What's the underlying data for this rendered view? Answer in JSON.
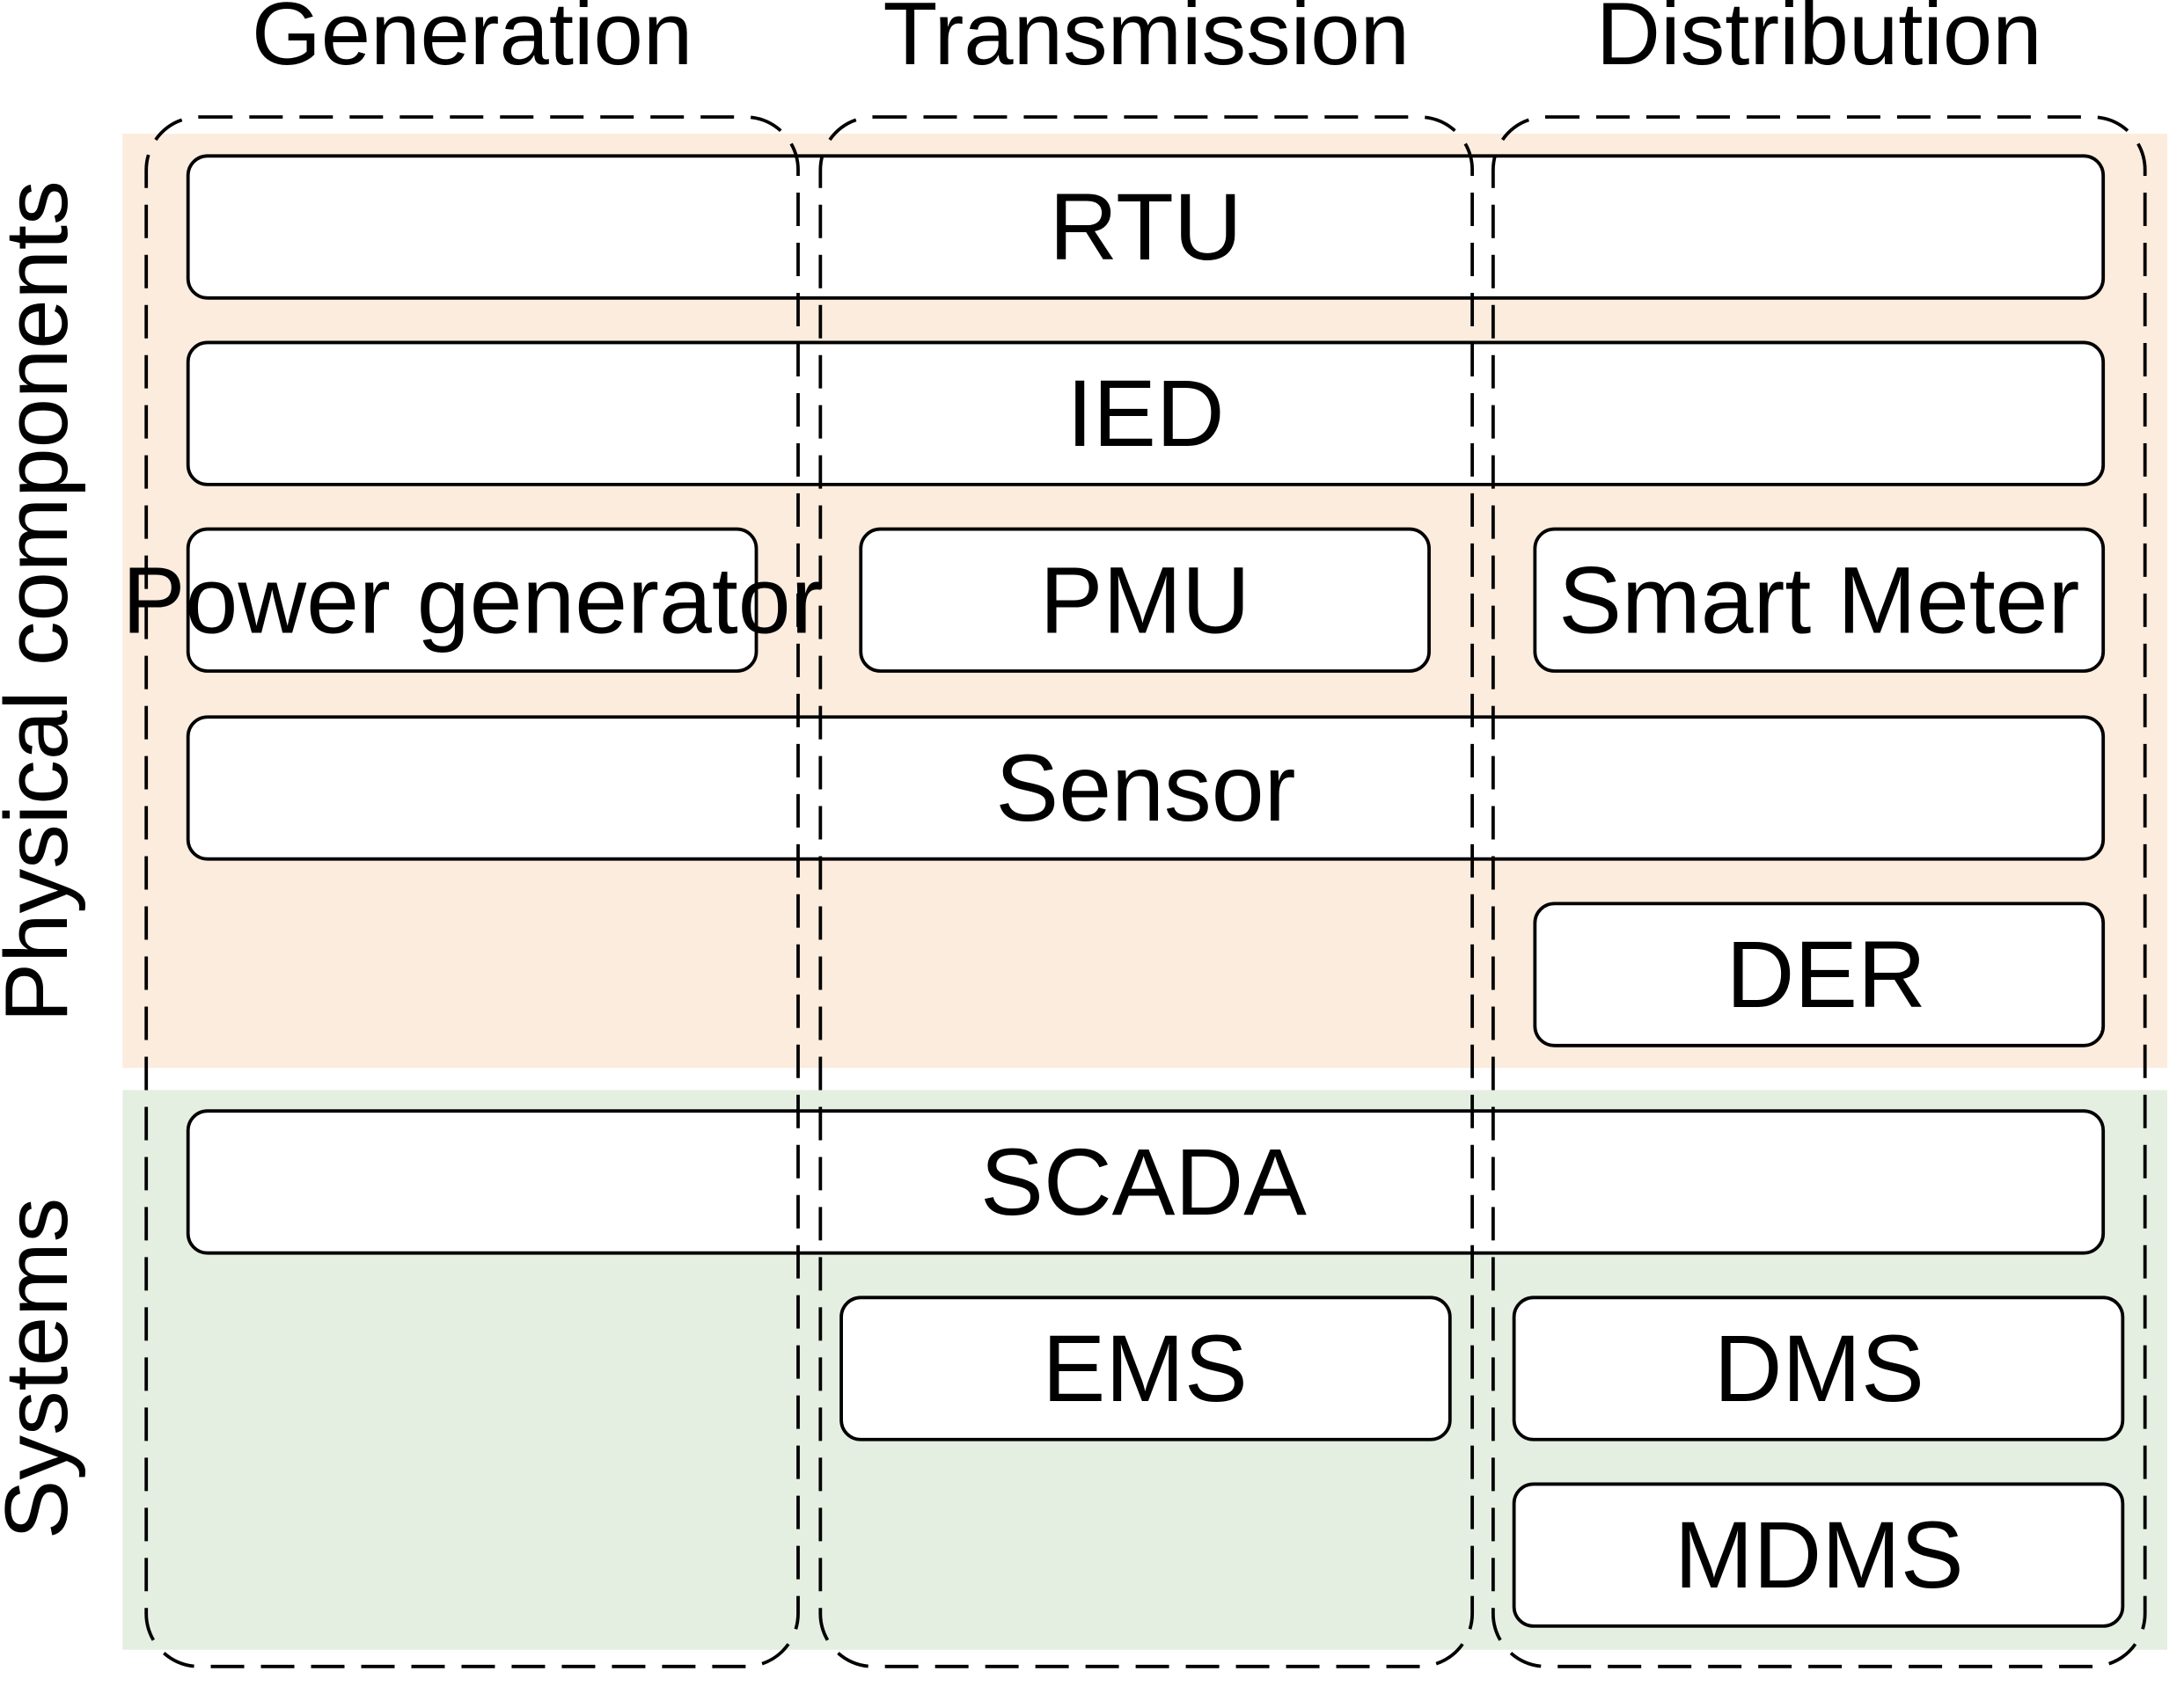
{
  "colors": {
    "physical_band": "#fcecdd",
    "systems_band": "#e4efe1",
    "box_fill": "#ffffff",
    "stroke": "#000000",
    "text": "#000000"
  },
  "columns": [
    {
      "name": "Generation"
    },
    {
      "name": "Transmission"
    },
    {
      "name": "Distribution"
    }
  ],
  "rows": [
    {
      "name": "Physical components"
    },
    {
      "name": "Systems"
    }
  ],
  "boxes": [
    {
      "label": "RTU"
    },
    {
      "label": "IED"
    },
    {
      "label": "Power generator"
    },
    {
      "label": "PMU"
    },
    {
      "label": "Smart Meter"
    },
    {
      "label": "Sensor"
    },
    {
      "label": "DER"
    },
    {
      "label": "SCADA"
    },
    {
      "label": "EMS"
    },
    {
      "label": "DMS"
    },
    {
      "label": "MDMS"
    }
  ]
}
